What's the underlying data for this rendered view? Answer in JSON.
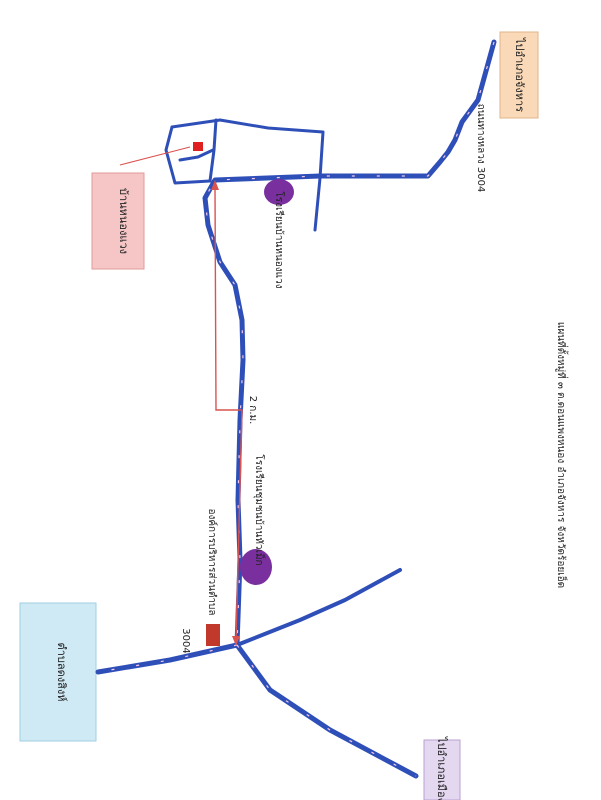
{
  "map": {
    "title": "แผนที่ตั้งหมู่ที่ ๓ ต.ดอนแพงหนอง อำเภอจังหาร จังหวัดร้อยเอ็ด",
    "road_label_top": "ถนนทางหลวง 3004",
    "road_label_bottom": "3004",
    "distance_label": "2 ก.ม.",
    "places": {
      "school_top": "โรงเรียนบ้านหนองแวง",
      "school_bottom": "โรงเรียนชุมชนบ้านหัวเม็ก",
      "office": "องค์การบริหารส่วนตำบล",
      "village": "บ้านหนองแวง"
    },
    "destinations": {
      "top_right": "ไปอำเภอจังหาร",
      "bottom_left": "ตำบลดงสิงห์",
      "bottom_right": "ไปอำเภอเมือง"
    },
    "colors": {
      "road": "#2f4fb8",
      "route": "#d9534f",
      "landmark": "#7a2f9e",
      "marker": "#c0392b",
      "box_top_right": "#f9d9b8",
      "box_village": "#f6c6c6",
      "box_bottom_left": "#cfeaf4",
      "box_bottom_right": "#e4d7f0"
    }
  }
}
